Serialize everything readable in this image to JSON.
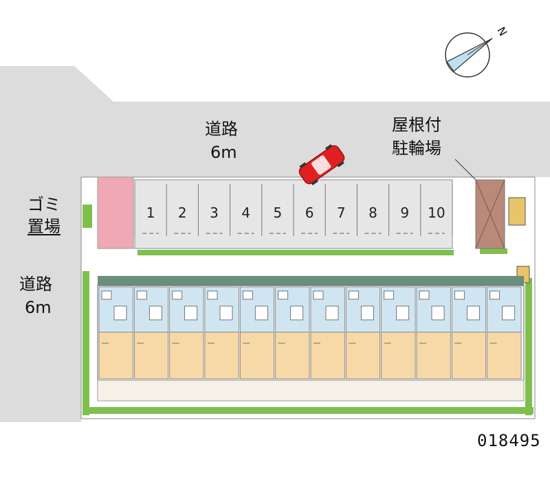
{
  "labels": {
    "road_top": "道路",
    "road_top_width": "6m",
    "road_left": "道路",
    "road_left_width": "6m",
    "bike_parking_line1": "屋根付",
    "bike_parking_line2": "駐輪場",
    "garbage_line1": "ゴミ",
    "garbage_line2": "置場",
    "north_marker": "N"
  },
  "parking_slots": [
    "1",
    "2",
    "3",
    "4",
    "5",
    "6",
    "7",
    "8",
    "9",
    "10"
  ],
  "units": 12,
  "property_code": "018495",
  "colors": {
    "road": "#dcdcdc",
    "garbage_area": "#f0a9b4",
    "bike_shelter": "#b98a7a",
    "hedge": "#7fbf4d",
    "unit_floor": "#f7d9a8",
    "unit_wet": "#cfe6f2",
    "building_roof": "#6a8f7a",
    "car": "#e02020"
  }
}
